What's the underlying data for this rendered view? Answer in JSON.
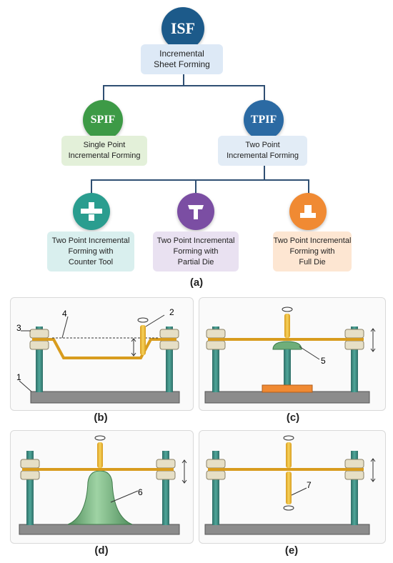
{
  "isf": {
    "abbr": "ISF",
    "label": "Incremental\nSheet Forming"
  },
  "spif": {
    "abbr": "SPIF",
    "label": "Single Point\nIncremental Forming"
  },
  "tpif": {
    "abbr": "TPIF",
    "label": "Two Point\nIncremental Forming"
  },
  "variants": [
    {
      "label": "Two Point Incremental\nForming with\nCounter Tool"
    },
    {
      "label": "Two Point Incremental\nForming with\nPartial Die"
    },
    {
      "label": "Two Point Incremental\nForming with\nFull Die"
    }
  ],
  "captions": {
    "a": "(a)",
    "b": "(b)",
    "c": "(c)",
    "d": "(d)",
    "e": "(e)"
  },
  "callouts": {
    "n1": "1",
    "n2": "2",
    "n3": "3",
    "n4": "4",
    "n5": "5",
    "n6": "6",
    "n7": "7"
  },
  "colors": {
    "isf": "#1c5a8a",
    "spif": "#3d9a46",
    "tpif": "#2b6aa3",
    "teal": "#2a9d8f",
    "purple": "#7b4ea3",
    "orange": "#f08a33",
    "connector": "#2f4f73"
  }
}
